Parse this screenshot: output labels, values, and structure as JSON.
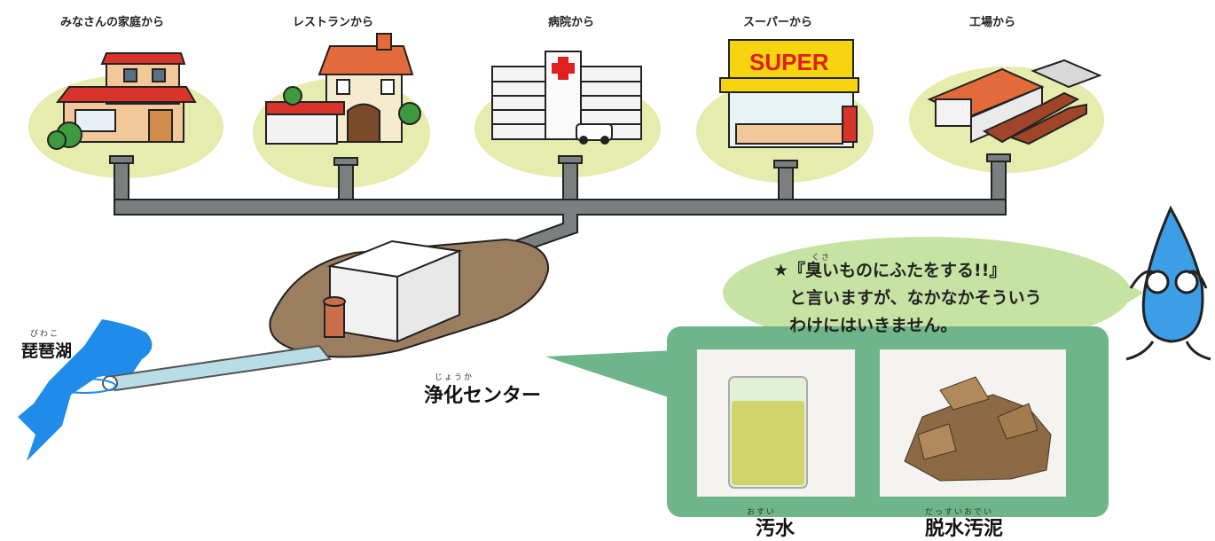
{
  "sources": [
    {
      "label": "みなさんの家庭から"
    },
    {
      "label": "レストランから"
    },
    {
      "label": "病院から"
    },
    {
      "label": "スーパーから"
    },
    {
      "label": "工場から"
    }
  ],
  "store_sign": "SUPER",
  "lake": {
    "label": "琵琶湖",
    "ruby": "びわこ"
  },
  "plant": {
    "label": "浄化センター",
    "ruby": "じょうか"
  },
  "bubble": {
    "star": "★",
    "ruby": "くさ",
    "line1": "『臭いものにふたをする!!』",
    "line2": "と言いますが、なかなかそういう",
    "line3": "わけにはいきません。"
  },
  "photos": [
    {
      "label": "汚水",
      "ruby": "おすい"
    },
    {
      "label": "脱水汚泥",
      "ruby": "だっすいおでい"
    }
  ],
  "colors": {
    "pipe": "#7b7f80",
    "ground": "#e5ecad",
    "plant_base": "#9a7e5f",
    "lake": "#1e8ce8",
    "bubble": "#c7e3a3",
    "photo_frame": "#6fb58a",
    "drop": "#3b9ee6"
  }
}
